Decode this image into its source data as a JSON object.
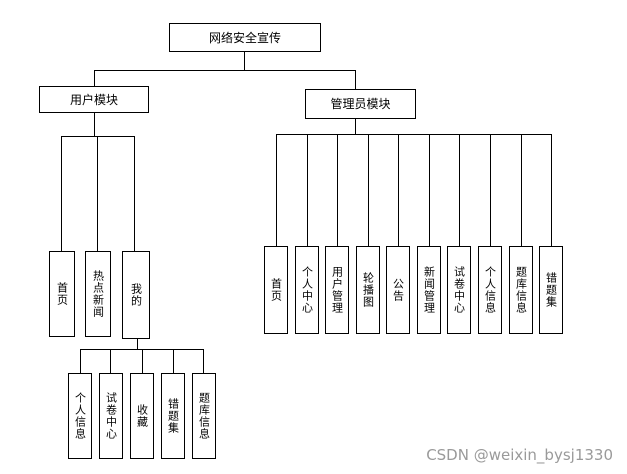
{
  "root": "网络安全宣传",
  "user_module": {
    "label": "用户模块",
    "children": [
      {
        "key": "home",
        "label": "首页"
      },
      {
        "key": "hot-news",
        "label": "热点新闻"
      },
      {
        "key": "mine",
        "label": "我的"
      }
    ],
    "mine_children": [
      {
        "key": "personal-info",
        "label": "个人信息"
      },
      {
        "key": "exam-center",
        "label": "试卷中心"
      },
      {
        "key": "favorites",
        "label": "收藏"
      },
      {
        "key": "wrong-questions",
        "label": "错题集"
      },
      {
        "key": "question-bank",
        "label": "题库信息"
      }
    ]
  },
  "admin_module": {
    "label": "管理员模块",
    "children": [
      {
        "key": "home",
        "label": "首页"
      },
      {
        "key": "personal-center",
        "label": "个人中心"
      },
      {
        "key": "user-management",
        "label": "用户管理"
      },
      {
        "key": "carousel",
        "label": "轮播图"
      },
      {
        "key": "announcement",
        "label": "公告"
      },
      {
        "key": "news-management",
        "label": "新闻管理"
      },
      {
        "key": "exam-center",
        "label": "试卷中心"
      },
      {
        "key": "personal-info",
        "label": "个人信息"
      },
      {
        "key": "question-bank",
        "label": "题库信息"
      },
      {
        "key": "wrong-questions",
        "label": "错题集"
      }
    ]
  },
  "watermark": "CSDN @weixin_bysj1330"
}
